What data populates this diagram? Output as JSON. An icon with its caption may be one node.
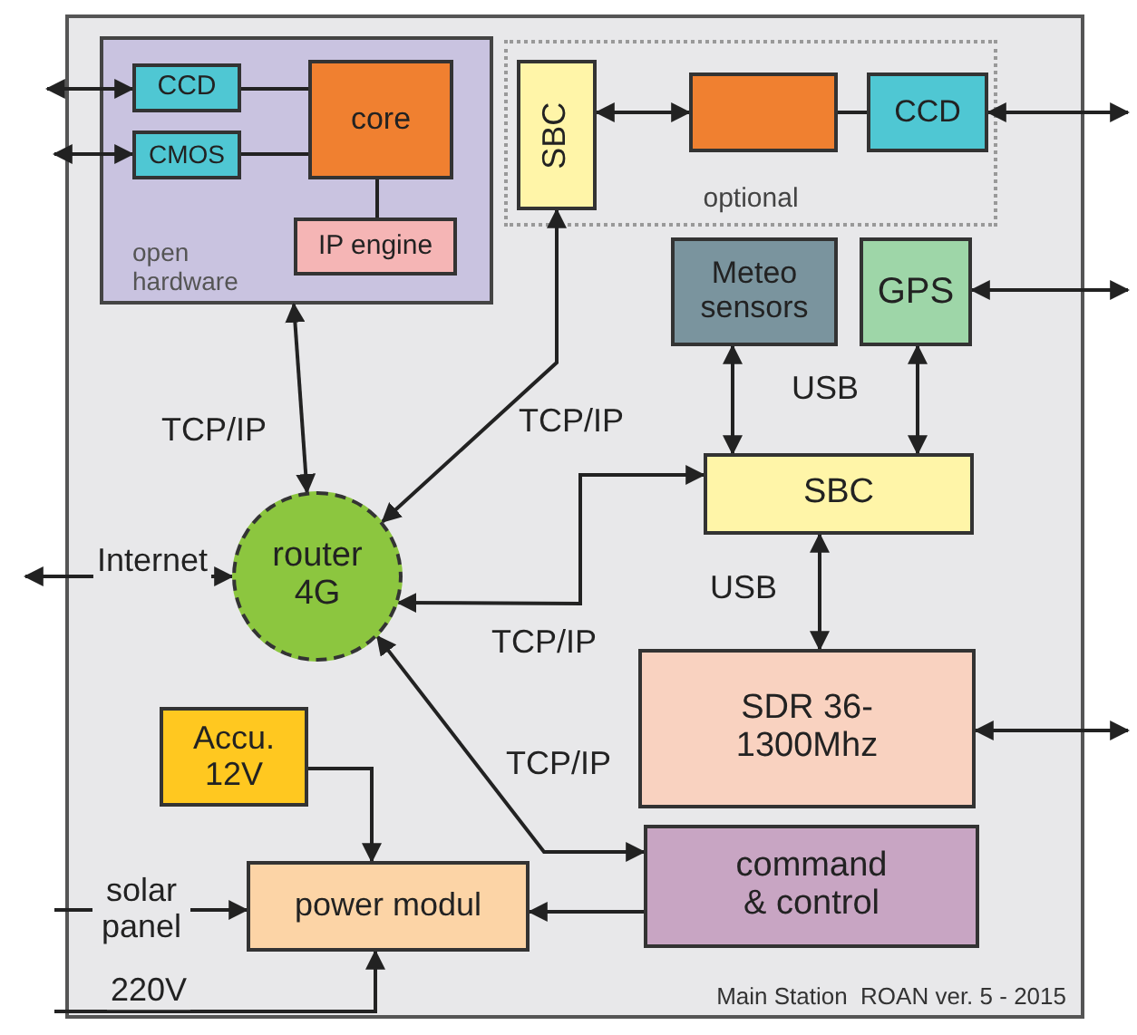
{
  "diagram": {
    "nodes": [
      {
        "text": [
          "Main Station  ROAN ver. 5 - 2015"
        ]
      },
      {
        "text": [
          "open hardware"
        ],
        "in": 0
      },
      {
        "text": [
          "CCD"
        ],
        "in": 1
      },
      {
        "text": [
          "CMOS"
        ],
        "in": 1
      },
      {
        "text": [
          "core"
        ],
        "in": 1
      },
      {
        "text": [
          "IP engine"
        ],
        "in": 1
      },
      {
        "text": [
          "optional"
        ],
        "in": 0
      },
      {
        "text": [
          "SBC"
        ],
        "in": 6
      },
      {
        "text": [],
        "shape": "box",
        "in": 6
      },
      {
        "text": [
          "CCD"
        ],
        "in": 6
      },
      {
        "text": [
          "Meteo sensors"
        ],
        "in": 0
      },
      {
        "text": [
          "GPS"
        ],
        "in": 0
      },
      {
        "text": [
          "SBC"
        ],
        "in": 0
      },
      {
        "text": [
          "router 4G"
        ],
        "in": 0
      },
      {
        "text": [
          "SDR 36-1300Mhz"
        ],
        "in": 0
      },
      {
        "text": [
          "command & control"
        ],
        "in": 0
      },
      {
        "text": [
          "Accu. 12V"
        ],
        "in": 0
      },
      {
        "text": [
          "power modul"
        ],
        "in": 0
      }
    ],
    "edges": [
      {
        "from": null,
        "to": 2,
        "arrow": "both"
      },
      {
        "from": null,
        "to": 3,
        "arrow": "both"
      },
      {
        "from": 2,
        "to": 4,
        "arrow": "none"
      },
      {
        "from": 3,
        "to": 4,
        "arrow": "none"
      },
      {
        "from": 4,
        "to": 5,
        "arrow": "none"
      },
      {
        "from": 1,
        "to": 13,
        "arrow": "both",
        "label": "TCP/IP"
      },
      {
        "from": 13,
        "to": 7,
        "arrow": "both",
        "label": "TCP/IP"
      },
      {
        "from": 7,
        "to": 8,
        "arrow": "both"
      },
      {
        "from": 8,
        "to": 9,
        "arrow": "none"
      },
      {
        "from": 9,
        "to": null,
        "arrow": "both"
      },
      {
        "from": 11,
        "to": null,
        "arrow": "both"
      },
      {
        "from": 10,
        "to": 12,
        "arrow": "both",
        "label": "USB"
      },
      {
        "from": 11,
        "to": 12,
        "arrow": "both"
      },
      {
        "from": 12,
        "to": 13,
        "arrow": "both",
        "label": "TCP/IP"
      },
      {
        "from": 12,
        "to": 14,
        "arrow": "both",
        "label": "USB"
      },
      {
        "from": 14,
        "to": null,
        "arrow": "both"
      },
      {
        "from": 13,
        "to": 15,
        "arrow": "both",
        "label": "TCP/IP"
      },
      {
        "from": 15,
        "to": 17,
        "arrow": "to"
      },
      {
        "from": 16,
        "to": 17,
        "arrow": "to"
      },
      {
        "from": null,
        "to": 17,
        "arrow": "to",
        "label": "solar panel"
      },
      {
        "from": null,
        "to": 17,
        "arrow": "to",
        "label": "220V"
      },
      {
        "from": null,
        "to": 13,
        "arrow": "both",
        "label": "Internet"
      }
    ]
  }
}
